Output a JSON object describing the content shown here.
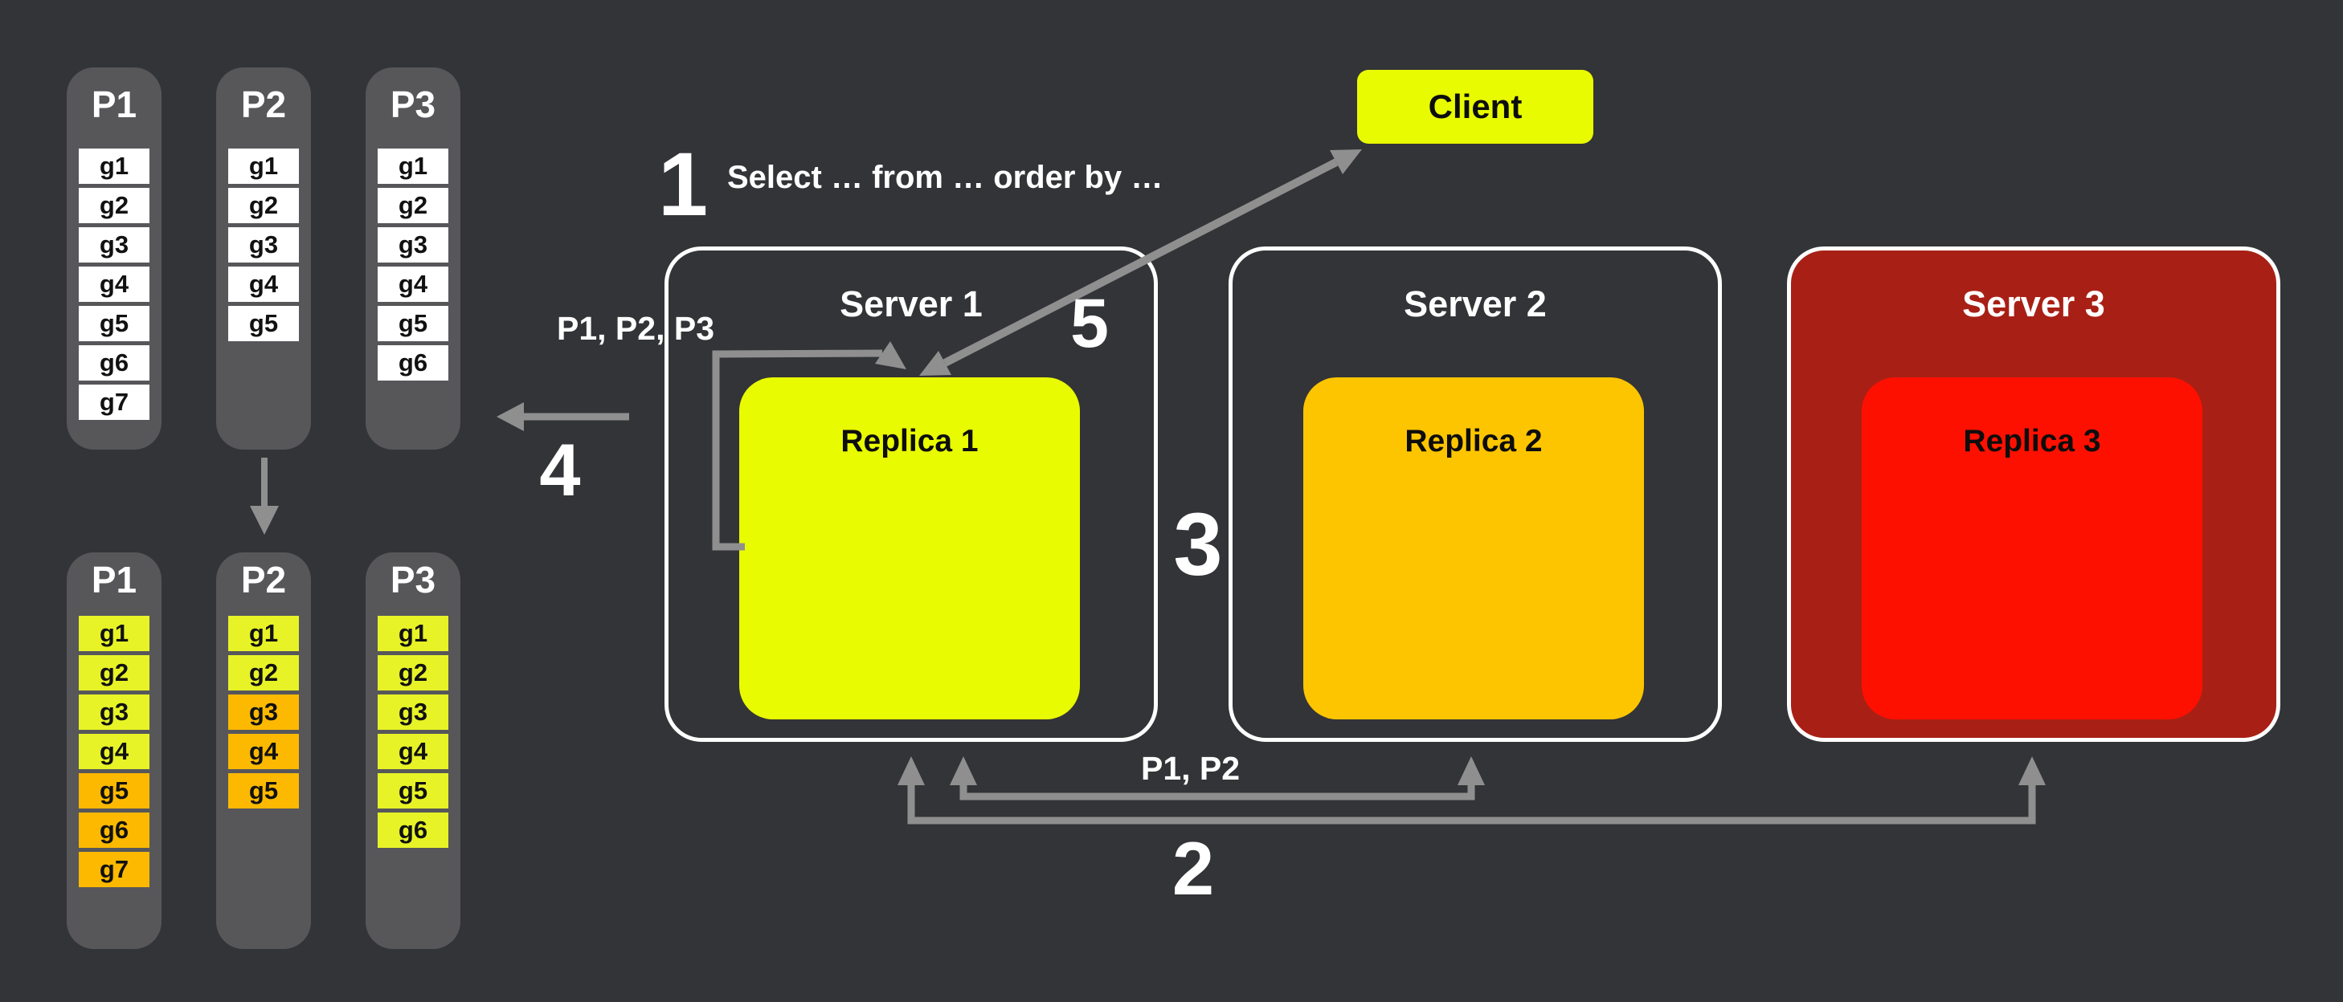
{
  "colors": {
    "background": "#333437",
    "column_gray": "#57575a",
    "item_white": "#ffffff",
    "item_yellow": "#e7f327",
    "item_orange": "#fcb900",
    "client_yellow": "#e9fb00",
    "replica1_yellow": "#e9fb00",
    "replica2_amber": "#fdc500",
    "replica3_red": "#fe1000",
    "server3_dark_red": "#a82015",
    "arrow_gray": "#8f8f8f",
    "border_white": "#ffffff"
  },
  "groups": [
    {
      "name": "partitions-unsorted",
      "columns": [
        {
          "label": "P1",
          "items": [
            {
              "label": "g1",
              "fill": "#ffffff"
            },
            {
              "label": "g2",
              "fill": "#ffffff"
            },
            {
              "label": "g3",
              "fill": "#ffffff"
            },
            {
              "label": "g4",
              "fill": "#ffffff"
            },
            {
              "label": "g5",
              "fill": "#ffffff"
            },
            {
              "label": "g6",
              "fill": "#ffffff"
            },
            {
              "label": "g7",
              "fill": "#ffffff"
            }
          ]
        },
        {
          "label": "P2",
          "items": [
            {
              "label": "g1",
              "fill": "#ffffff"
            },
            {
              "label": "g2",
              "fill": "#ffffff"
            },
            {
              "label": "g3",
              "fill": "#ffffff"
            },
            {
              "label": "g4",
              "fill": "#ffffff"
            },
            {
              "label": "g5",
              "fill": "#ffffff"
            }
          ]
        },
        {
          "label": "P3",
          "items": [
            {
              "label": "g1",
              "fill": "#ffffff"
            },
            {
              "label": "g2",
              "fill": "#ffffff"
            },
            {
              "label": "g3",
              "fill": "#ffffff"
            },
            {
              "label": "g4",
              "fill": "#ffffff"
            },
            {
              "label": "g5",
              "fill": "#ffffff"
            },
            {
              "label": "g6",
              "fill": "#ffffff"
            }
          ]
        }
      ]
    },
    {
      "name": "partitions-sorted-colored",
      "columns": [
        {
          "label": "P1",
          "items": [
            {
              "label": "g1",
              "fill": "#e7f327"
            },
            {
              "label": "g2",
              "fill": "#e7f327"
            },
            {
              "label": "g3",
              "fill": "#e7f327"
            },
            {
              "label": "g4",
              "fill": "#e7f327"
            },
            {
              "label": "g5",
              "fill": "#fcb900"
            },
            {
              "label": "g6",
              "fill": "#fcb900"
            },
            {
              "label": "g7",
              "fill": "#fcb900"
            }
          ]
        },
        {
          "label": "P2",
          "items": [
            {
              "label": "g1",
              "fill": "#e7f327"
            },
            {
              "label": "g2",
              "fill": "#e7f327"
            },
            {
              "label": "g3",
              "fill": "#fcb900"
            },
            {
              "label": "g4",
              "fill": "#fcb900"
            },
            {
              "label": "g5",
              "fill": "#fcb900"
            }
          ]
        },
        {
          "label": "P3",
          "items": [
            {
              "label": "g1",
              "fill": "#e7f327"
            },
            {
              "label": "g2",
              "fill": "#e7f327"
            },
            {
              "label": "g3",
              "fill": "#e7f327"
            },
            {
              "label": "g4",
              "fill": "#e7f327"
            },
            {
              "label": "g5",
              "fill": "#e7f327"
            },
            {
              "label": "g6",
              "fill": "#e7f327"
            }
          ]
        }
      ]
    }
  ],
  "client": {
    "label": "Client",
    "fill": "#e9fb00"
  },
  "servers": [
    {
      "title": "Server 1",
      "box_fill": "transparent",
      "replica_label": "Replica 1",
      "replica_fill": "#e9fb00"
    },
    {
      "title": "Server 2",
      "box_fill": "transparent",
      "replica_label": "Replica 2",
      "replica_fill": "#fdc500"
    },
    {
      "title": "Server 3",
      "box_fill": "#a82015",
      "replica_label": "Replica 3",
      "replica_fill": "#fe1000"
    }
  ],
  "steps": {
    "s1_num": "1",
    "s1_text": "Select … from … order by …",
    "s2_num": "2",
    "s3_num": "3",
    "s4_num": "4",
    "s5_num": "5"
  },
  "labels": {
    "loop_partitions": "P1, P2, P3",
    "fetch_partitions": "P1, P2"
  }
}
